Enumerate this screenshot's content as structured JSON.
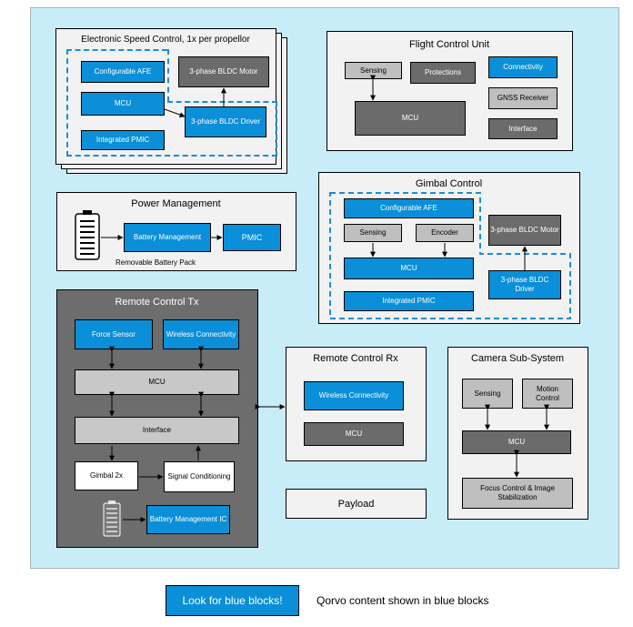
{
  "esc": {
    "title": "Electronic Speed Control, 1x per propellor",
    "afe": "Configurable AFE",
    "mcu": "MCU",
    "pmic": "Integrated PMIC",
    "motor": "3-phase BLDC Motor",
    "driver": "3-phase BLDC Driver"
  },
  "fcu": {
    "title": "Flight Control Unit",
    "sensing": "Sensing",
    "protections": "Protections",
    "connectivity": "Connectivity",
    "gnss": "GNSS Receiver",
    "mcu": "MCU",
    "interface": "Interface"
  },
  "power": {
    "title": "Power Management",
    "battery_mgmt": "Battery Management",
    "pmic": "PMIC",
    "battery_label": "Removable Battery Pack"
  },
  "gimbal": {
    "title": "Gimbal Control",
    "afe": "Configurable AFE",
    "sensing": "Sensing",
    "encoder": "Encoder",
    "mcu": "MCU",
    "pmic": "Integrated PMIC",
    "motor": "3-phase BLDC Motor",
    "driver": "3-phase BLDC Driver"
  },
  "rctx": {
    "title": "Remote Control Tx",
    "force_sensor": "Force Sensor",
    "wireless": "Wireless Connectivity",
    "mcu": "MCU",
    "interface": "Interface",
    "gimbal": "Gimbal 2x",
    "signal": "Signal Conditioning",
    "battery_ic": "Battery Management IC"
  },
  "rcrx": {
    "title": "Remote Control Rx",
    "wireless": "Wireless Connectivity",
    "mcu": "MCU"
  },
  "camera": {
    "title": "Camera Sub-System",
    "sensing": "Sensing",
    "motion": "Motion Control",
    "mcu": "MCU",
    "focus": "Focus Control & Image Stabilization"
  },
  "payload": {
    "title": "Payload"
  },
  "legend": {
    "button": "Look for blue blocks!",
    "text": "Qorvo content shown in blue blocks"
  },
  "colors": {
    "qorvo_blue": "#0a8fd8",
    "background": "#c9ecf9",
    "dashed_outline": "#1b8ed4",
    "dark_panel": "#6d6d6d"
  },
  "icons": [
    "battery-icon",
    "battery-icon-small"
  ]
}
